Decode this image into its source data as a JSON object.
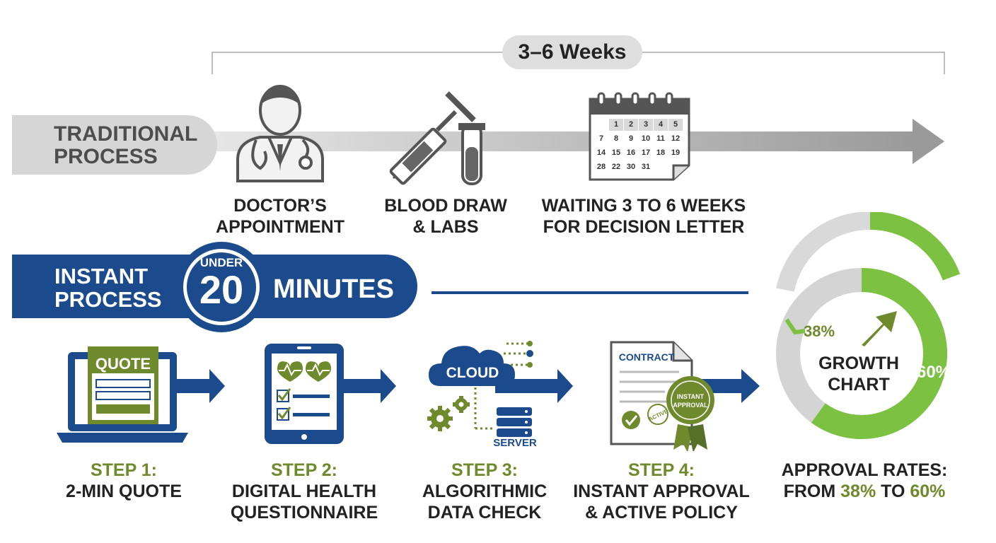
{
  "timeline": {
    "duration": "3–6 Weeks"
  },
  "traditional": {
    "label_line1": "TRADITIONAL",
    "label_line2": "PROCESS",
    "steps": [
      {
        "line1": "DOCTOR’S",
        "line2": "APPOINTMENT",
        "icon": "doctor-icon"
      },
      {
        "line1": "BLOOD DRAW",
        "line2": "& LABS",
        "icon": "syringe-icon"
      },
      {
        "line1": "WAITING 3 TO 6 WEEKS",
        "line2": "FOR DECISION LETTER",
        "icon": "calendar-icon"
      }
    ],
    "calendar_days": [
      "1",
      "2",
      "3",
      "4",
      "5",
      "7",
      "8",
      "9",
      "10",
      "11",
      "12",
      "14",
      "15",
      "16",
      "17",
      "18",
      "19",
      "28",
      "22",
      "30",
      "31"
    ]
  },
  "instant": {
    "label_line1": "INSTANT",
    "label_line2": "PROCESS",
    "badge_small": "UNDER",
    "badge_big": "20",
    "minutes": "MINUTES",
    "steps": [
      {
        "step": "STEP 1:",
        "line1": "2-MIN QUOTE",
        "line2": "",
        "icon": "laptop-quote-icon",
        "icon_text": "QUOTE"
      },
      {
        "step": "STEP 2:",
        "line1": "DIGITAL HEALTH",
        "line2": "QUESTIONNAIRE",
        "icon": "tablet-checklist-icon"
      },
      {
        "step": "STEP 3:",
        "line1": "ALGORITHMIC",
        "line2": "DATA CHECK",
        "icon": "cloud-server-icon",
        "icon_text": "CLOUD",
        "icon_text2": "SERVER"
      },
      {
        "step": "STEP 4:",
        "line1": "INSTANT APPROVAL",
        "line2": "& ACTIVE POLICY",
        "icon": "contract-seal-icon",
        "icon_text": "CONTRACT",
        "seal_line1": "INSTANT",
        "seal_line2": "APPROVAL",
        "stamp": "ACTIVE"
      }
    ]
  },
  "growth": {
    "title_line1": "GROWTH",
    "title_line2": "CHART",
    "from_label": "38%",
    "to_label": "60%",
    "caption_line1": "APPROVAL RATES:",
    "caption_prefix": "FROM",
    "caption_from": "38%",
    "caption_mid": "TO",
    "caption_to": "60%"
  },
  "chart_data": {
    "type": "pie",
    "title": "GROWTH CHART",
    "values": [
      38,
      60
    ]
  },
  "colors": {
    "navy": "#1b4b8c",
    "green": "#6f8a2c",
    "lime": "#7cc142",
    "gray": "#d4d4d4",
    "dark": "#222222"
  }
}
